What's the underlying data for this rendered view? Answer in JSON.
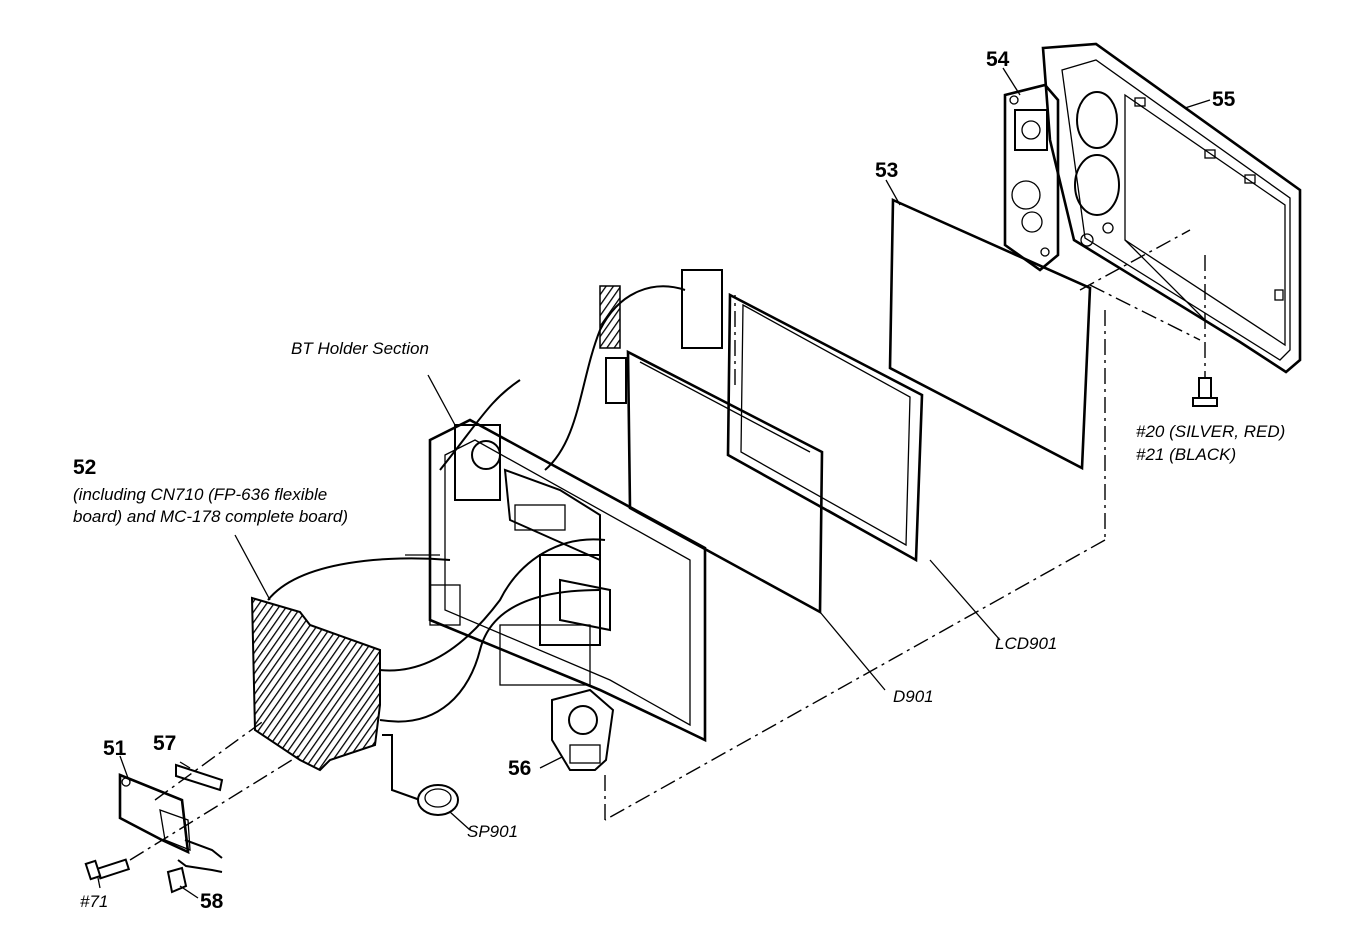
{
  "labels": {
    "p51": "51",
    "p52": "52",
    "p52_note_line1": "(including CN710 (FP-636 flexible",
    "p52_note_line2": "board) and MC-178 complete board)",
    "p53": "53",
    "p54": "54",
    "p55": "55",
    "p56": "56",
    "p57": "57",
    "p58": "58",
    "bt_holder": "BT Holder Section",
    "screw_20": "#20 (SILVER, RED)",
    "screw_21": "#21 (BLACK)",
    "screw_71": "#71",
    "lcd901": "LCD901",
    "d901": "D901",
    "sp901": "SP901"
  }
}
